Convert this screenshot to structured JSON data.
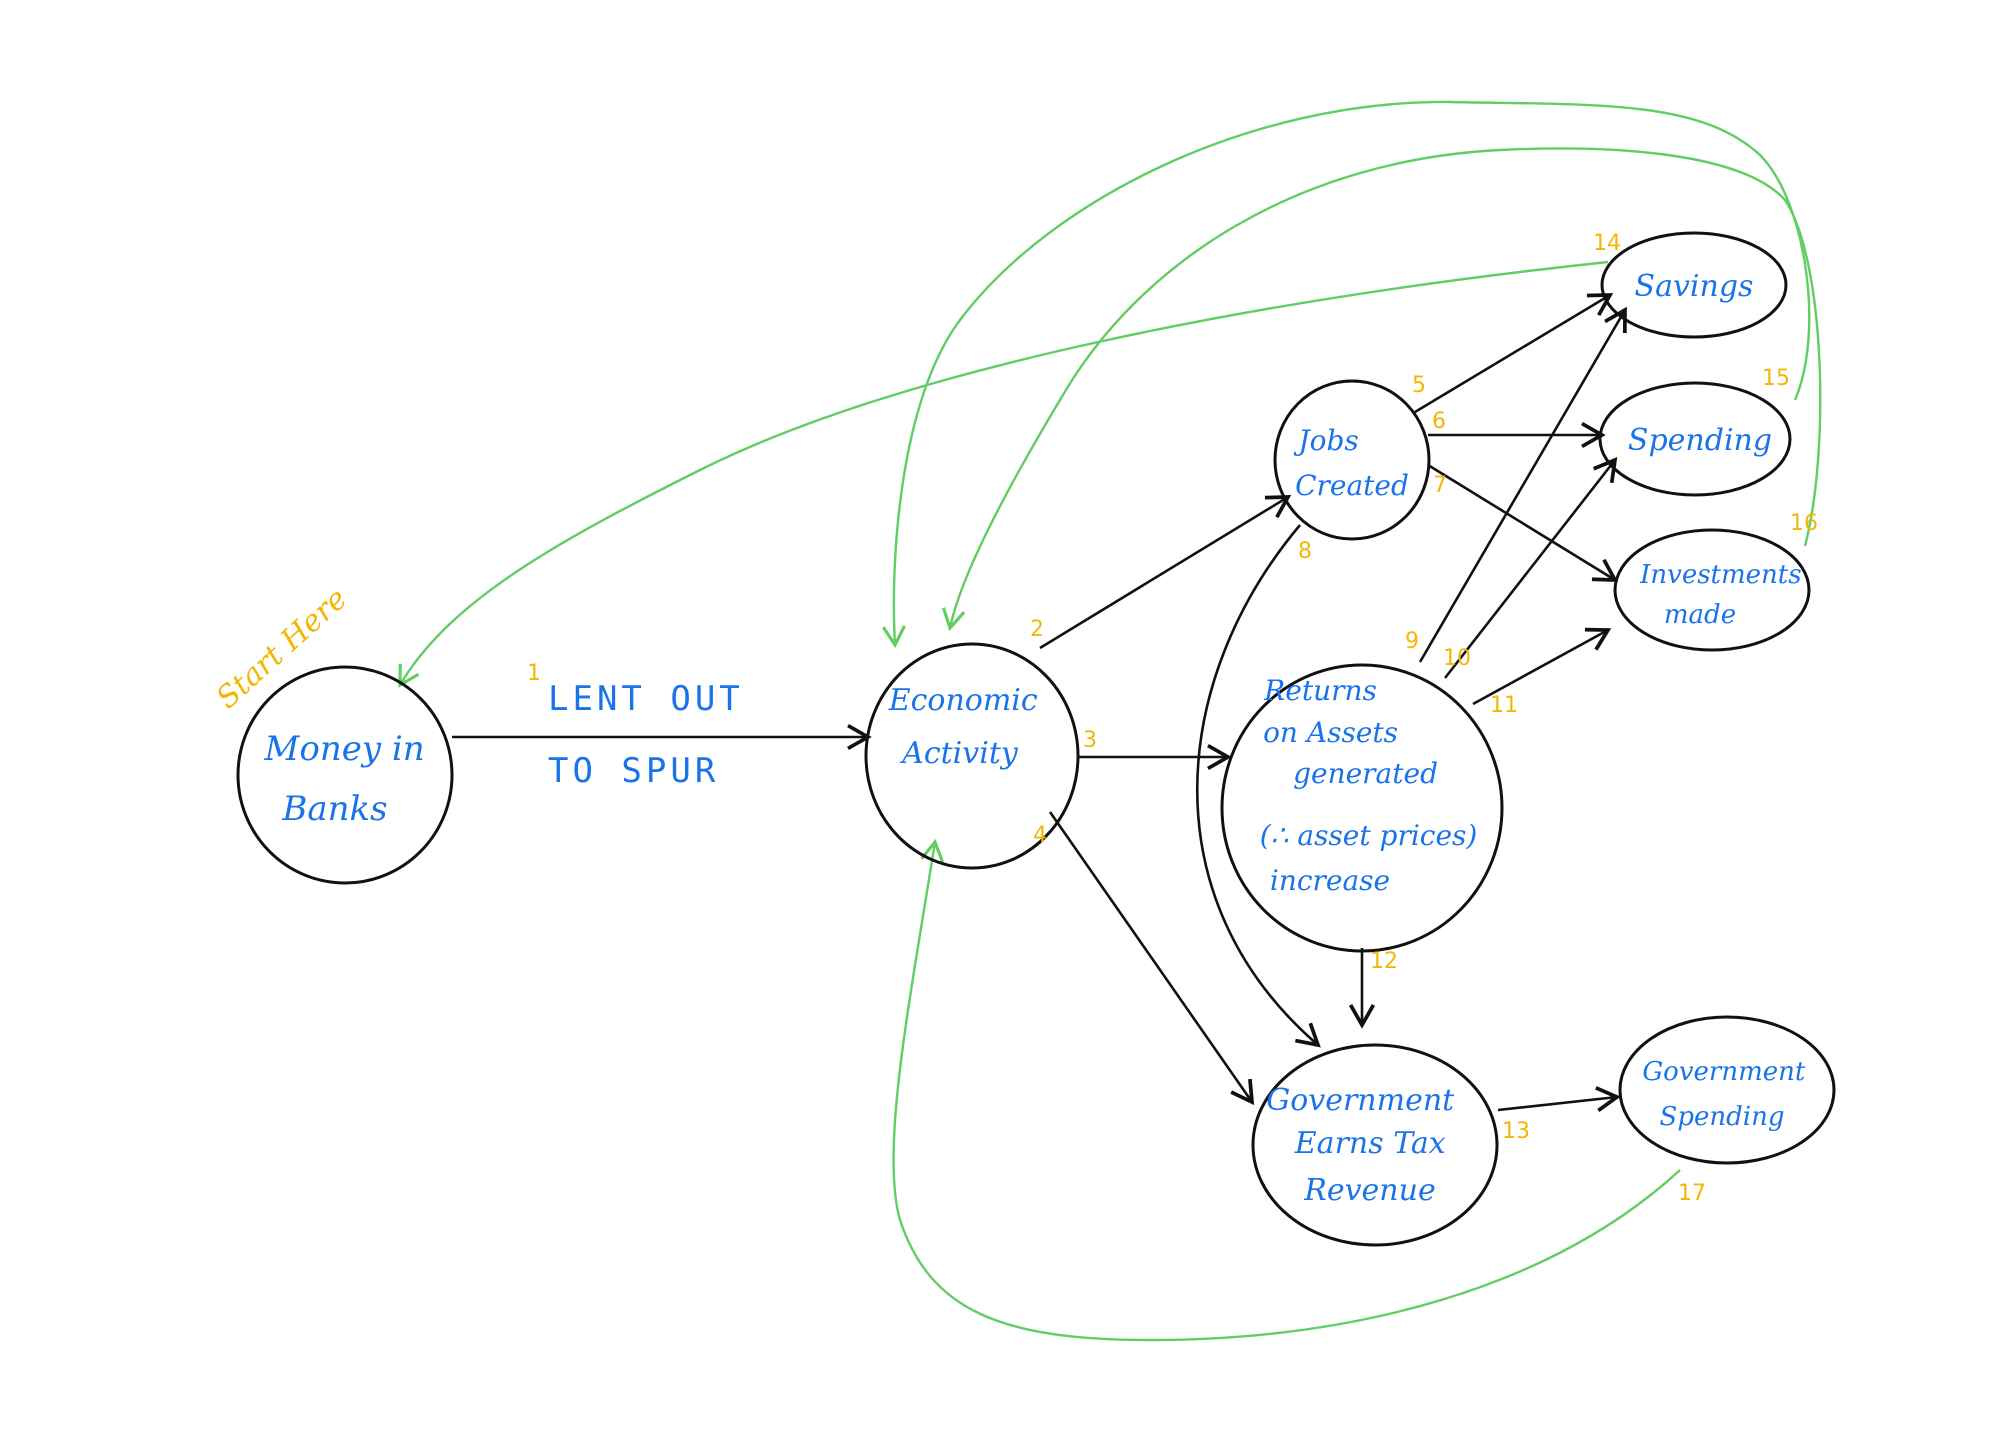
{
  "diagram": {
    "start_label": "Start Here",
    "edge_label": [
      "LENT OUT",
      "TO SPUR"
    ],
    "nodes": {
      "money_in_banks": [
        "Money in",
        "Banks"
      ],
      "economic_activity": [
        "Economic",
        "Activity"
      ],
      "jobs_created": [
        "Jobs",
        "Created"
      ],
      "returns_on_assets": [
        "Returns",
        "on Assets",
        "generated",
        "(∴ asset prices)",
        "increase"
      ],
      "savings": [
        "Savings"
      ],
      "spending": [
        "Spending"
      ],
      "investments_made": [
        "Investments",
        "made"
      ],
      "government_earns_tax": [
        "Government",
        "Earns Tax",
        "Revenue"
      ],
      "government_spending": [
        "Government",
        "Spending"
      ]
    },
    "step_numbers": [
      "1",
      "2",
      "3",
      "4",
      "5",
      "6",
      "7",
      "8",
      "9",
      "10",
      "11",
      "12",
      "13",
      "14",
      "15",
      "16",
      "17"
    ],
    "colors": {
      "node_text": "#1a73e8",
      "outline": "#111111",
      "feedback_arrow": "#62cd62",
      "annotation": "#f2b705"
    }
  }
}
